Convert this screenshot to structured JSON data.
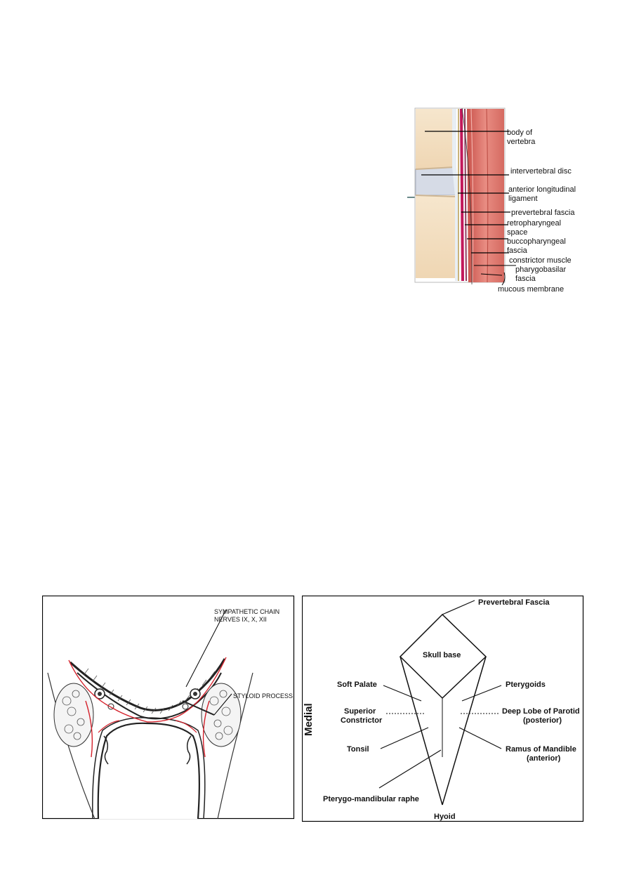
{
  "spine_diagram": {
    "labels": {
      "body": [
        "body of",
        "vertebra"
      ],
      "disc": [
        "intervertebral disc"
      ],
      "ligament": [
        "anterior longitudinal",
        "ligament"
      ],
      "prevertebral": [
        "prevertebral fascia"
      ],
      "retro": [
        "retropharyngeal",
        "space"
      ],
      "bucco": [
        "buccopharyngeal",
        "fascia"
      ],
      "constrictor": [
        "constrictor muscle"
      ],
      "pharyngo": [
        "pharygobasilar",
        "fascia"
      ],
      "mucous": [
        "mucous membrane"
      ]
    },
    "colors": {
      "bone": "#f3dfc2",
      "disc": "#d6dbe6",
      "muscle": "#e07a72",
      "fascia_pink": "#c2185b"
    }
  },
  "section_diagram": {
    "labels": {
      "sympathetic": [
        "SYMPATHETIC CHAIN",
        "NERVES IX, X, XII"
      ],
      "styloid": [
        "STYLOID PROCESS"
      ]
    },
    "colors": {
      "fascia_line": "#d4202a"
    }
  },
  "triangle_diagram": {
    "labels": {
      "prevertebral_fascia": "Prevertebral Fascia",
      "skull_base": "Skull base",
      "soft_palate": "Soft Palate",
      "pterygoids": "Pterygoids",
      "superior_constrictor": [
        "Superior",
        "Constrictor"
      ],
      "deep_lobe": [
        "Deep Lobe of Parotid",
        "(posterior)"
      ],
      "tonsil": "Tonsil",
      "ramus": [
        "Ramus of Mandible",
        "(anterior)"
      ],
      "raphe": "Pterygo-mandibular raphe",
      "hyoid": "Hyoid",
      "medial": "Medial"
    }
  }
}
